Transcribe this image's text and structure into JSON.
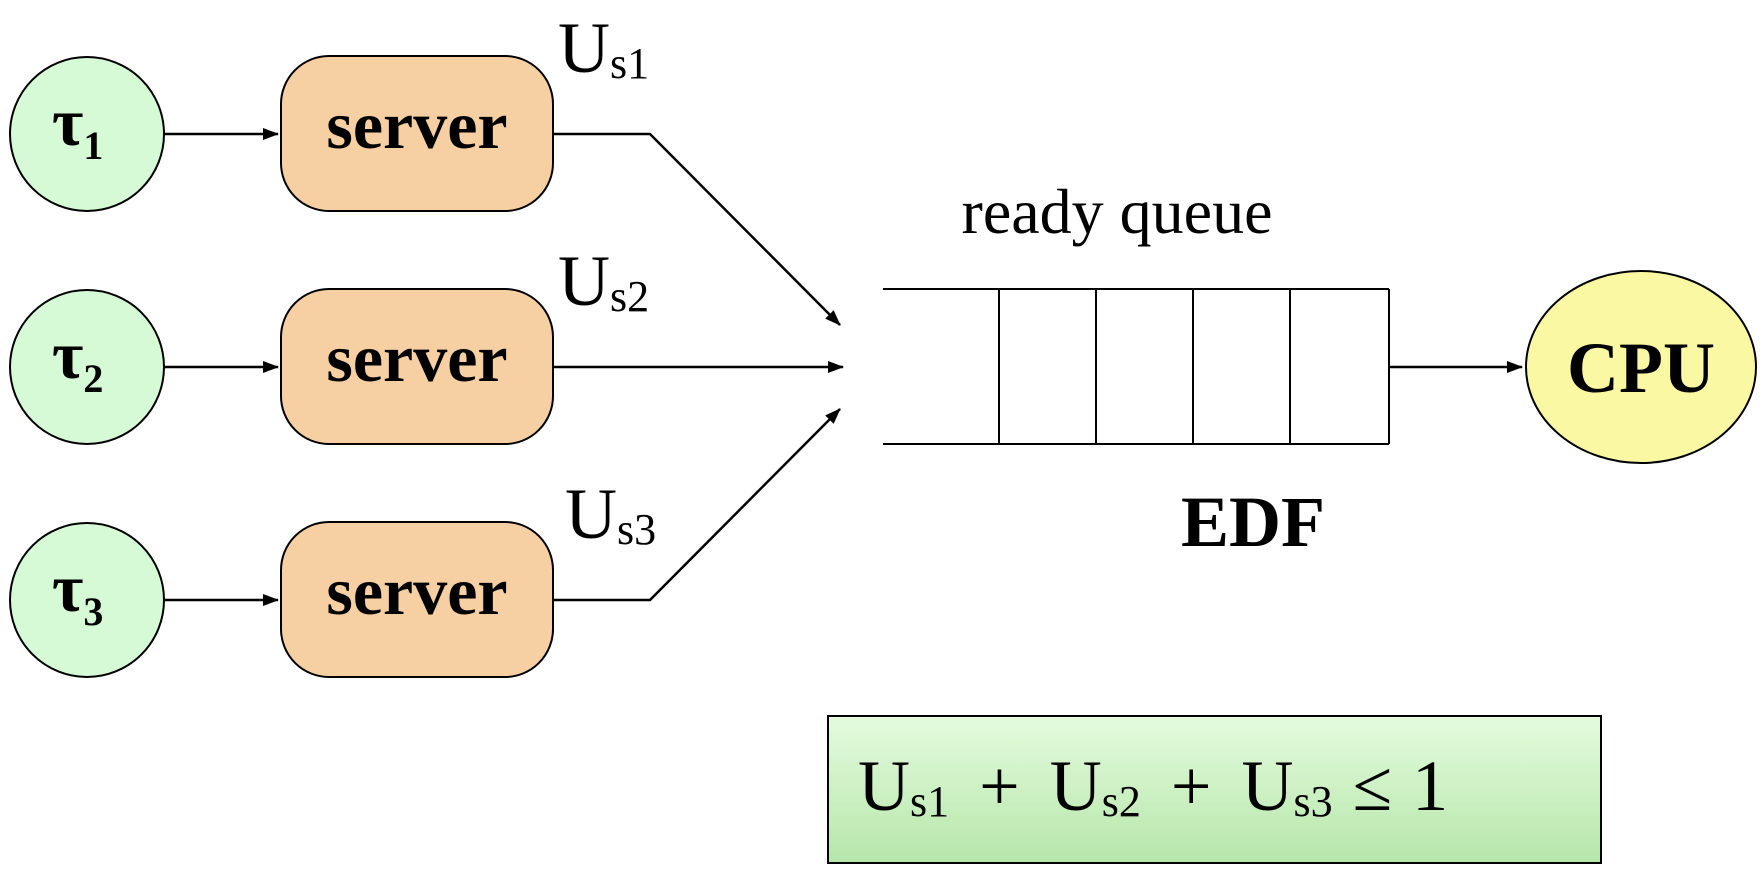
{
  "tasks": [
    {
      "symbol": "τ",
      "subscript": "1"
    },
    {
      "symbol": "τ",
      "subscript": "2"
    },
    {
      "symbol": "τ",
      "subscript": "3"
    }
  ],
  "servers": [
    {
      "label": "server",
      "util_main": "U",
      "util_sub": "s1"
    },
    {
      "label": "server",
      "util_main": "U",
      "util_sub": "s2"
    },
    {
      "label": "server",
      "util_main": "U",
      "util_sub": "s3"
    }
  ],
  "queue": {
    "label": "ready queue",
    "policy": "EDF"
  },
  "cpu": {
    "label": "CPU"
  },
  "formula": {
    "t1": "U",
    "s1": "s1",
    "op1": "+",
    "t2": "U",
    "s2": "s2",
    "op2": "+",
    "t3": "U",
    "s3": "s3",
    "rel": "≤",
    "rhs": "1"
  },
  "colors": {
    "task_fill": "#d6fad6",
    "server_fill": "#f6cfa3",
    "cpu_fill": "#fbf8a3",
    "formula_fill": "#c9f0c0",
    "stroke": "#000000"
  }
}
